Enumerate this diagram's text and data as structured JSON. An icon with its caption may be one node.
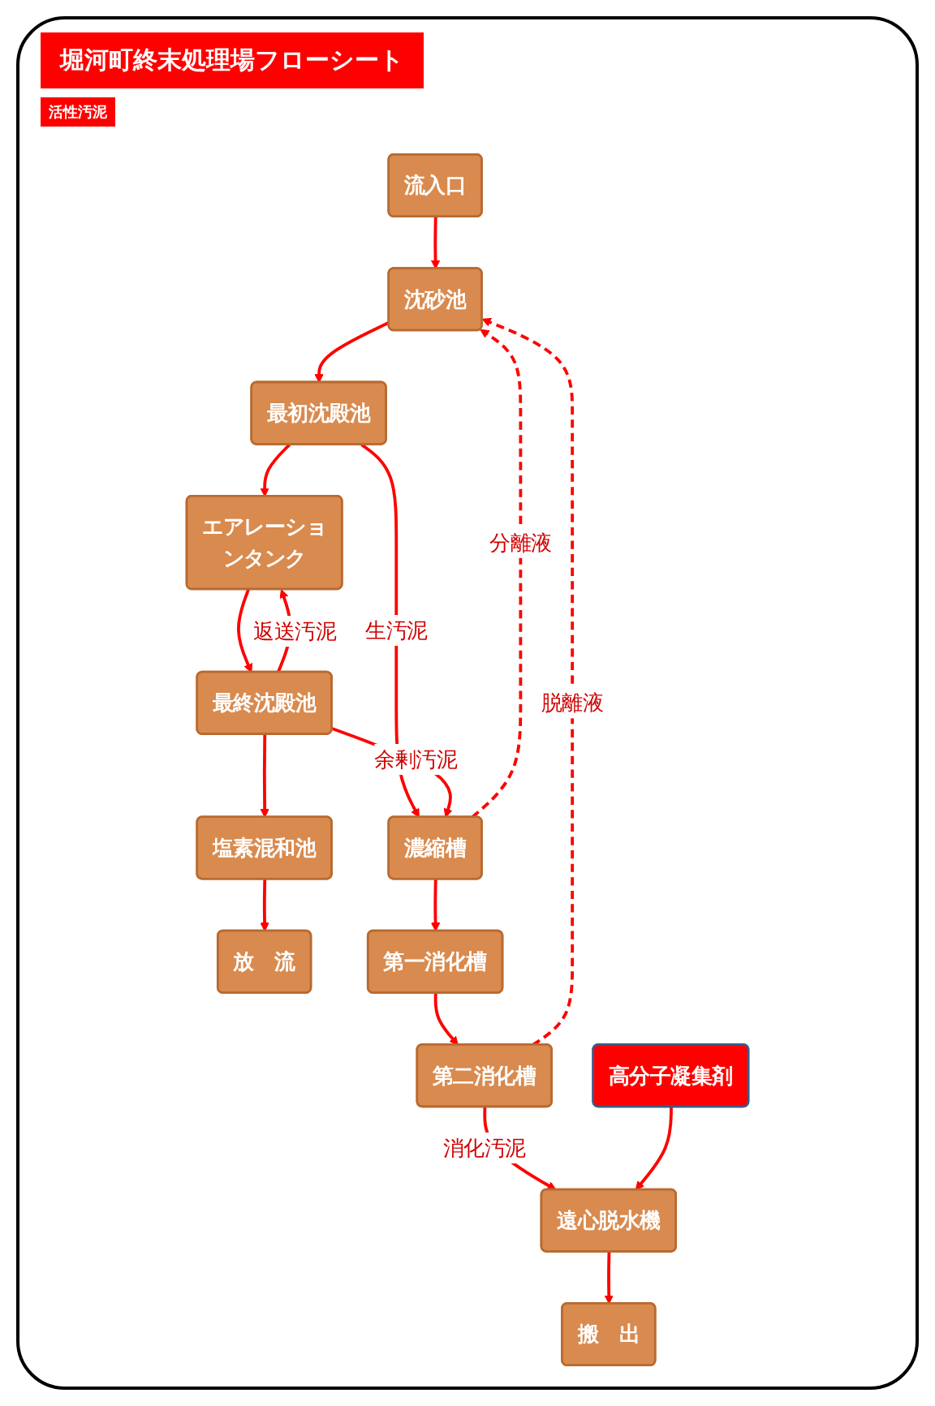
{
  "diagram": {
    "title": "堀河町終末処理場フローシート",
    "nodes": [
      {
        "text": [
          "流入口"
        ]
      },
      {
        "text": [
          "沈砂池"
        ]
      },
      {
        "text": [
          "最初沈殿池"
        ]
      },
      {
        "text": [
          "エアレーションタンク"
        ]
      },
      {
        "text": [
          "最終沈殿池"
        ]
      },
      {
        "text": [
          "塩素混和池"
        ]
      },
      {
        "text": [
          "放　流"
        ]
      },
      {
        "text": [
          "濃縮槽"
        ]
      },
      {
        "text": [
          "第一消化槽"
        ]
      },
      {
        "text": [
          "第二消化槽"
        ]
      },
      {
        "text": [
          "遠心脱水機"
        ]
      },
      {
        "text": [
          "搬　出"
        ]
      },
      {
        "text": [
          "高分子凝集剤"
        ]
      }
    ],
    "edges": [
      {
        "from": 0,
        "to": 1,
        "arrow": "to"
      },
      {
        "from": 1,
        "to": 2,
        "arrow": "to"
      },
      {
        "from": 2,
        "to": 3,
        "arrow": "to"
      },
      {
        "from": 3,
        "to": 4,
        "arrow": "to"
      },
      {
        "from": 4,
        "to": 5,
        "arrow": "to"
      },
      {
        "from": 5,
        "to": 6,
        "arrow": "to"
      },
      {
        "from": 2,
        "to": 7,
        "arrow": "to",
        "label": "生汚泥"
      },
      {
        "from": 4,
        "to": 3,
        "arrow": "to",
        "label": "返送汚泥"
      },
      {
        "from": 4,
        "to": 7,
        "arrow": "to",
        "label": "余剰汚泥"
      },
      {
        "from": 7,
        "to": 8,
        "arrow": "to"
      },
      {
        "from": 8,
        "to": 9,
        "arrow": "to"
      },
      {
        "from": 9,
        "to": 10,
        "arrow": "to",
        "label": "消化汚泥"
      },
      {
        "from": 10,
        "to": 11,
        "arrow": "to"
      },
      {
        "from": 12,
        "to": 10,
        "arrow": "to"
      },
      {
        "from": 9,
        "to": 1,
        "arrow": "to",
        "label": "脱離液",
        "style": "dashed"
      },
      {
        "from": 7,
        "to": 1,
        "arrow": "to",
        "label": "分離液",
        "style": "dashed"
      }
    ],
    "labels": [
      "活性汚泥"
    ]
  }
}
